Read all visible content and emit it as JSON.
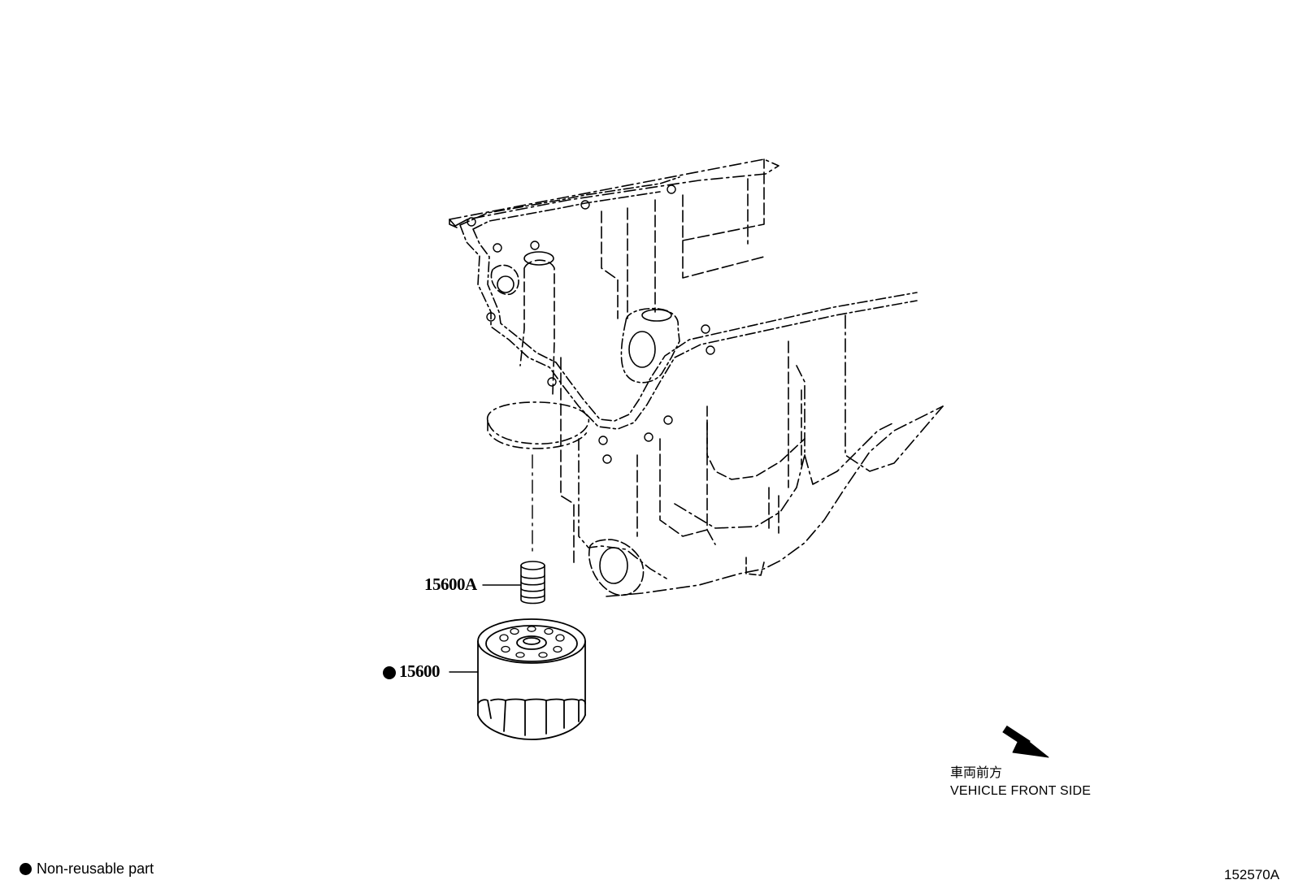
{
  "callouts": {
    "strainer": "15600A",
    "oil_filter": "15600"
  },
  "direction": {
    "label_jp": "車両前方",
    "label_en": "VEHICLE FRONT SIDE"
  },
  "legend": {
    "symbol": "filled-circle",
    "text": "Non-reusable part"
  },
  "figure_id": "152570A"
}
